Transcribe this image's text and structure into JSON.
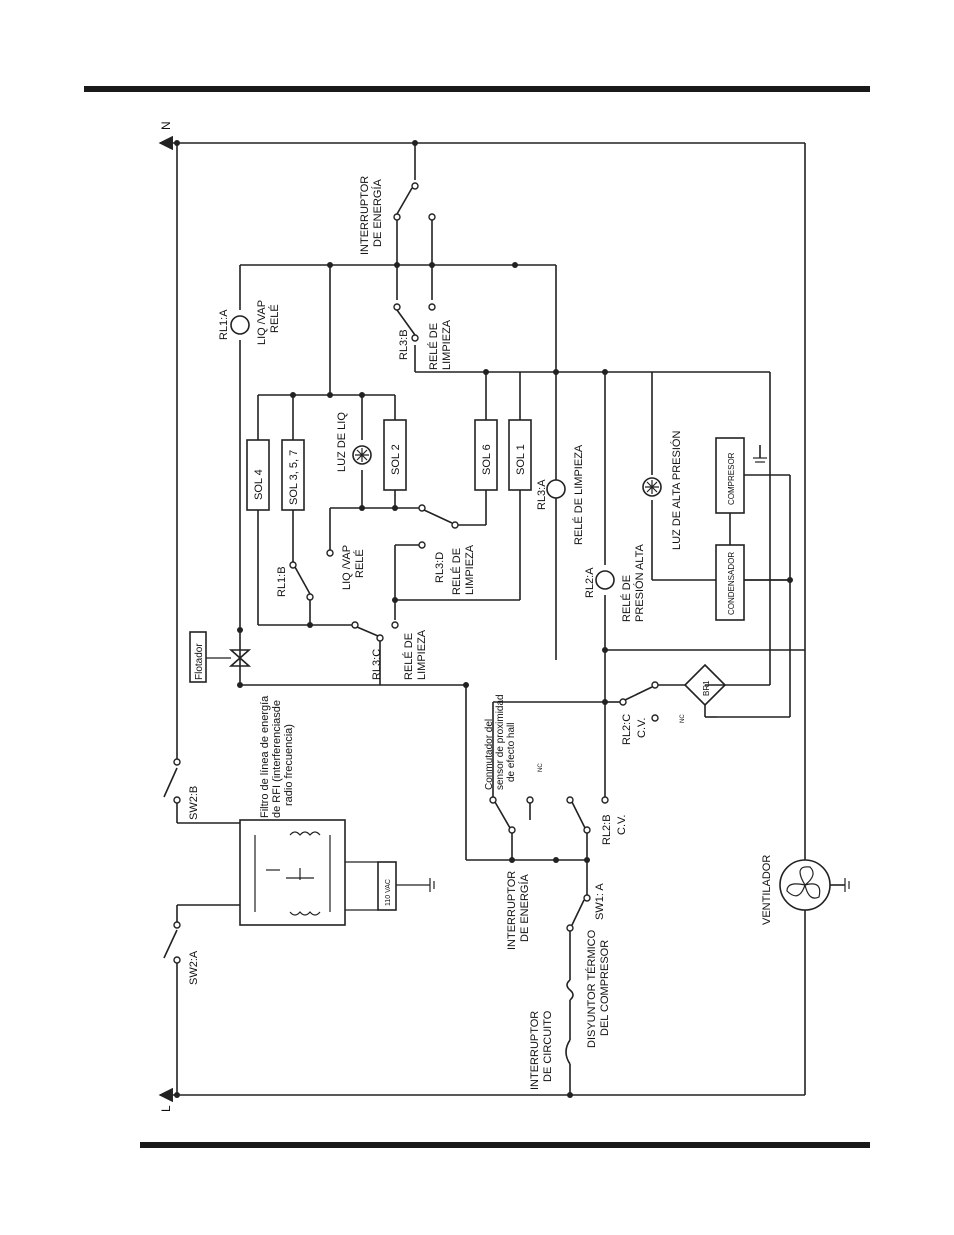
{
  "labels": {
    "n": "N",
    "l": "L",
    "rl1a": "RL1:A",
    "liqvap_rele": [
      "LIQ /VAP",
      "RELÉ"
    ],
    "interruptor_energia_top": [
      "INTERRUPTOR",
      "DE ENERGÍA"
    ],
    "rl3b": "RL3:B",
    "rele_limpieza_b": [
      "RELÉ DE",
      "LIMPIEZA"
    ],
    "sol4": "SOL 4",
    "sol357": "SOL 3, 5, 7",
    "luz_liq": "LUZ DE LIQ",
    "sol2": "SOL 2",
    "sol6": "SOL 6",
    "sol1": "SOL 1",
    "rl3a": "RL3:A",
    "rele_limpieza_a": "RELÉ DE LIMPIEZA",
    "luz_alta": "LUZ DE ALTA PRESIÓN",
    "compresor": "COMPRESOR",
    "condensador": "CONDENSADOR",
    "rl1b": "RL1:B",
    "liqvap_rele_b": [
      "LIQ /VAP",
      "RELÉ"
    ],
    "rl3d": "RL3:D",
    "rele_limpieza_d": [
      "RELÉ DE",
      "LIMPIEZA"
    ],
    "rl2a": "RL2:A",
    "rele_presion": [
      "RELÉ DE",
      "PRESIÓN ALTA"
    ],
    "flotador": "Flotador",
    "rl3c": "RL3:C",
    "rele_limpieza_c": [
      "RELÉ DE",
      "LIMPIEZA"
    ],
    "filtro": [
      "Filtro de línea de energía",
      "de RFI (interferenciasde",
      "radio frecuencia)"
    ],
    "sw2b": "SW2:B",
    "sw2a": "SW2:A",
    "vac": "110 VAC",
    "conmutador": [
      "Conmutador del",
      "sensor de proximidad",
      "de efecto hall"
    ],
    "nc1": "NC",
    "nc2": "NC",
    "rl2b": "RL2:B",
    "cv1": "C.V.",
    "rl2c": "RL2:C",
    "cv2": "C.V.",
    "br1": "BR1",
    "interruptor_energia_bot": [
      "INTERRUPTOR",
      "DE ENERGÍA"
    ],
    "sw1a": "SW1: A",
    "disyuntor": [
      "DISYUNTOR TÉRMICO",
      "DEL COMPRESOR"
    ],
    "interruptor_circuito": [
      "INTERRUPTOR",
      "DE CIRCUITO"
    ],
    "ventilador": "VENTILADOR"
  }
}
